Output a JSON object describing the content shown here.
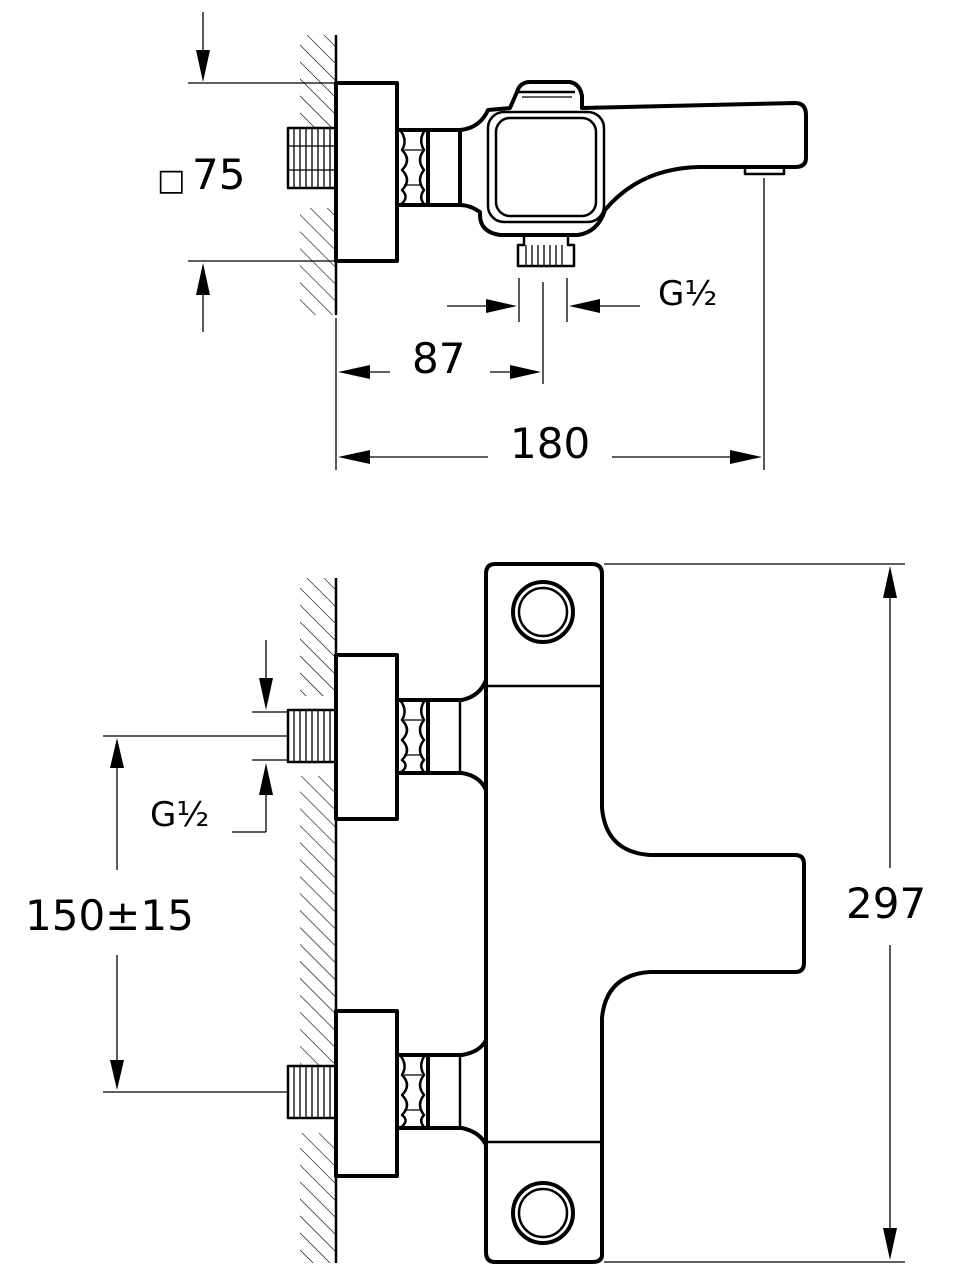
{
  "top_view": {
    "square_symbol": "□",
    "square_size": "75",
    "outlet_thread": "G½",
    "dim_outlet_distance": "87",
    "dim_total_depth": "180"
  },
  "front_view": {
    "inlet_thread": "G½",
    "dim_inlet_spacing": "150±15",
    "dim_total_height": "297"
  }
}
